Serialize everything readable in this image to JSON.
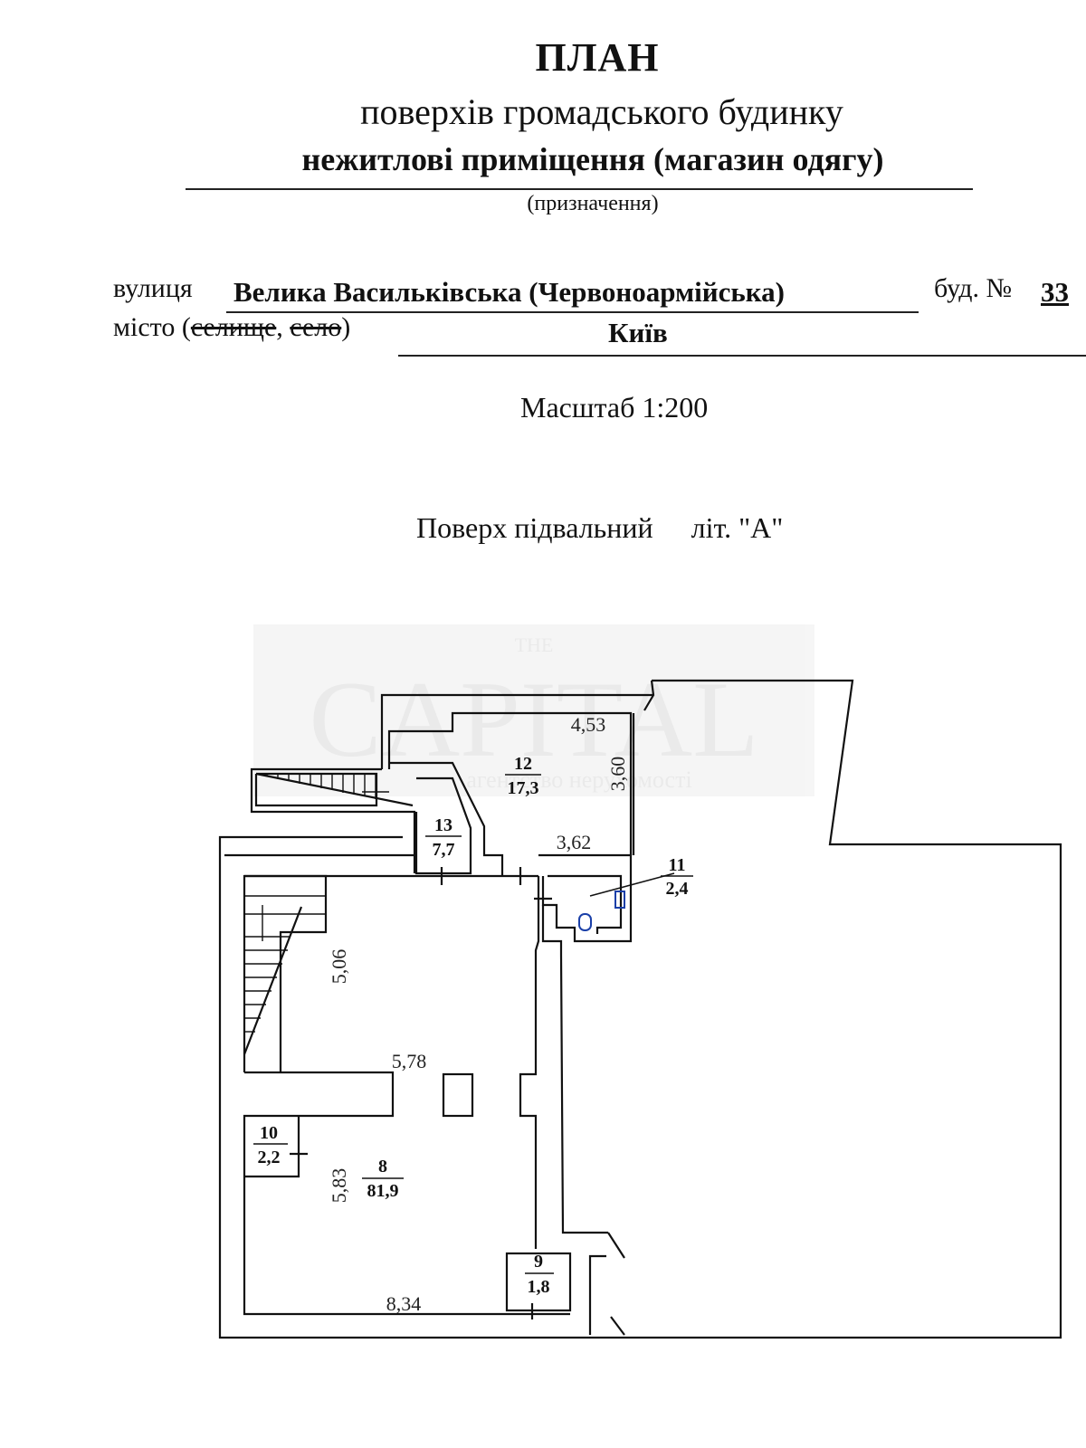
{
  "header": {
    "title": "ПЛАН",
    "subtitle": "поверхів громадського будинку",
    "purpose": "нежитлові приміщення (магазин одягу)",
    "purpose_hint": "(призначення)"
  },
  "address": {
    "street_label": "вулиця",
    "street_value": "Велика Васильківська (Червоноармійська)",
    "building_label": "буд. №",
    "building_value": "33",
    "city_label_prefix": "місто (",
    "city_struck_1": "селище",
    "city_sep": ", ",
    "city_struck_2": "село",
    "city_label_suffix": ")",
    "city_value": "Київ"
  },
  "scale": "Масштаб  1:200",
  "floor": {
    "name": "Поверх підвальний",
    "letter": "літ. \"А\""
  },
  "watermark": {
    "top": "THE",
    "main": "CAPITAL",
    "bottom": "агентство нерухомості"
  },
  "rooms": [
    {
      "number": "8",
      "area": "81,9"
    },
    {
      "number": "9",
      "area": "1,8"
    },
    {
      "number": "10",
      "area": "2,2"
    },
    {
      "number": "11",
      "area": "2,4"
    },
    {
      "number": "12",
      "area": "17,3"
    },
    {
      "number": "13",
      "area": "7,7"
    }
  ],
  "dimensions": [
    "4,53",
    "3,60",
    "3,62",
    "5,06",
    "5,78",
    "5,83",
    "8,34"
  ],
  "colors": {
    "ink": "#111111",
    "fixtures": "#1a3fa8"
  }
}
